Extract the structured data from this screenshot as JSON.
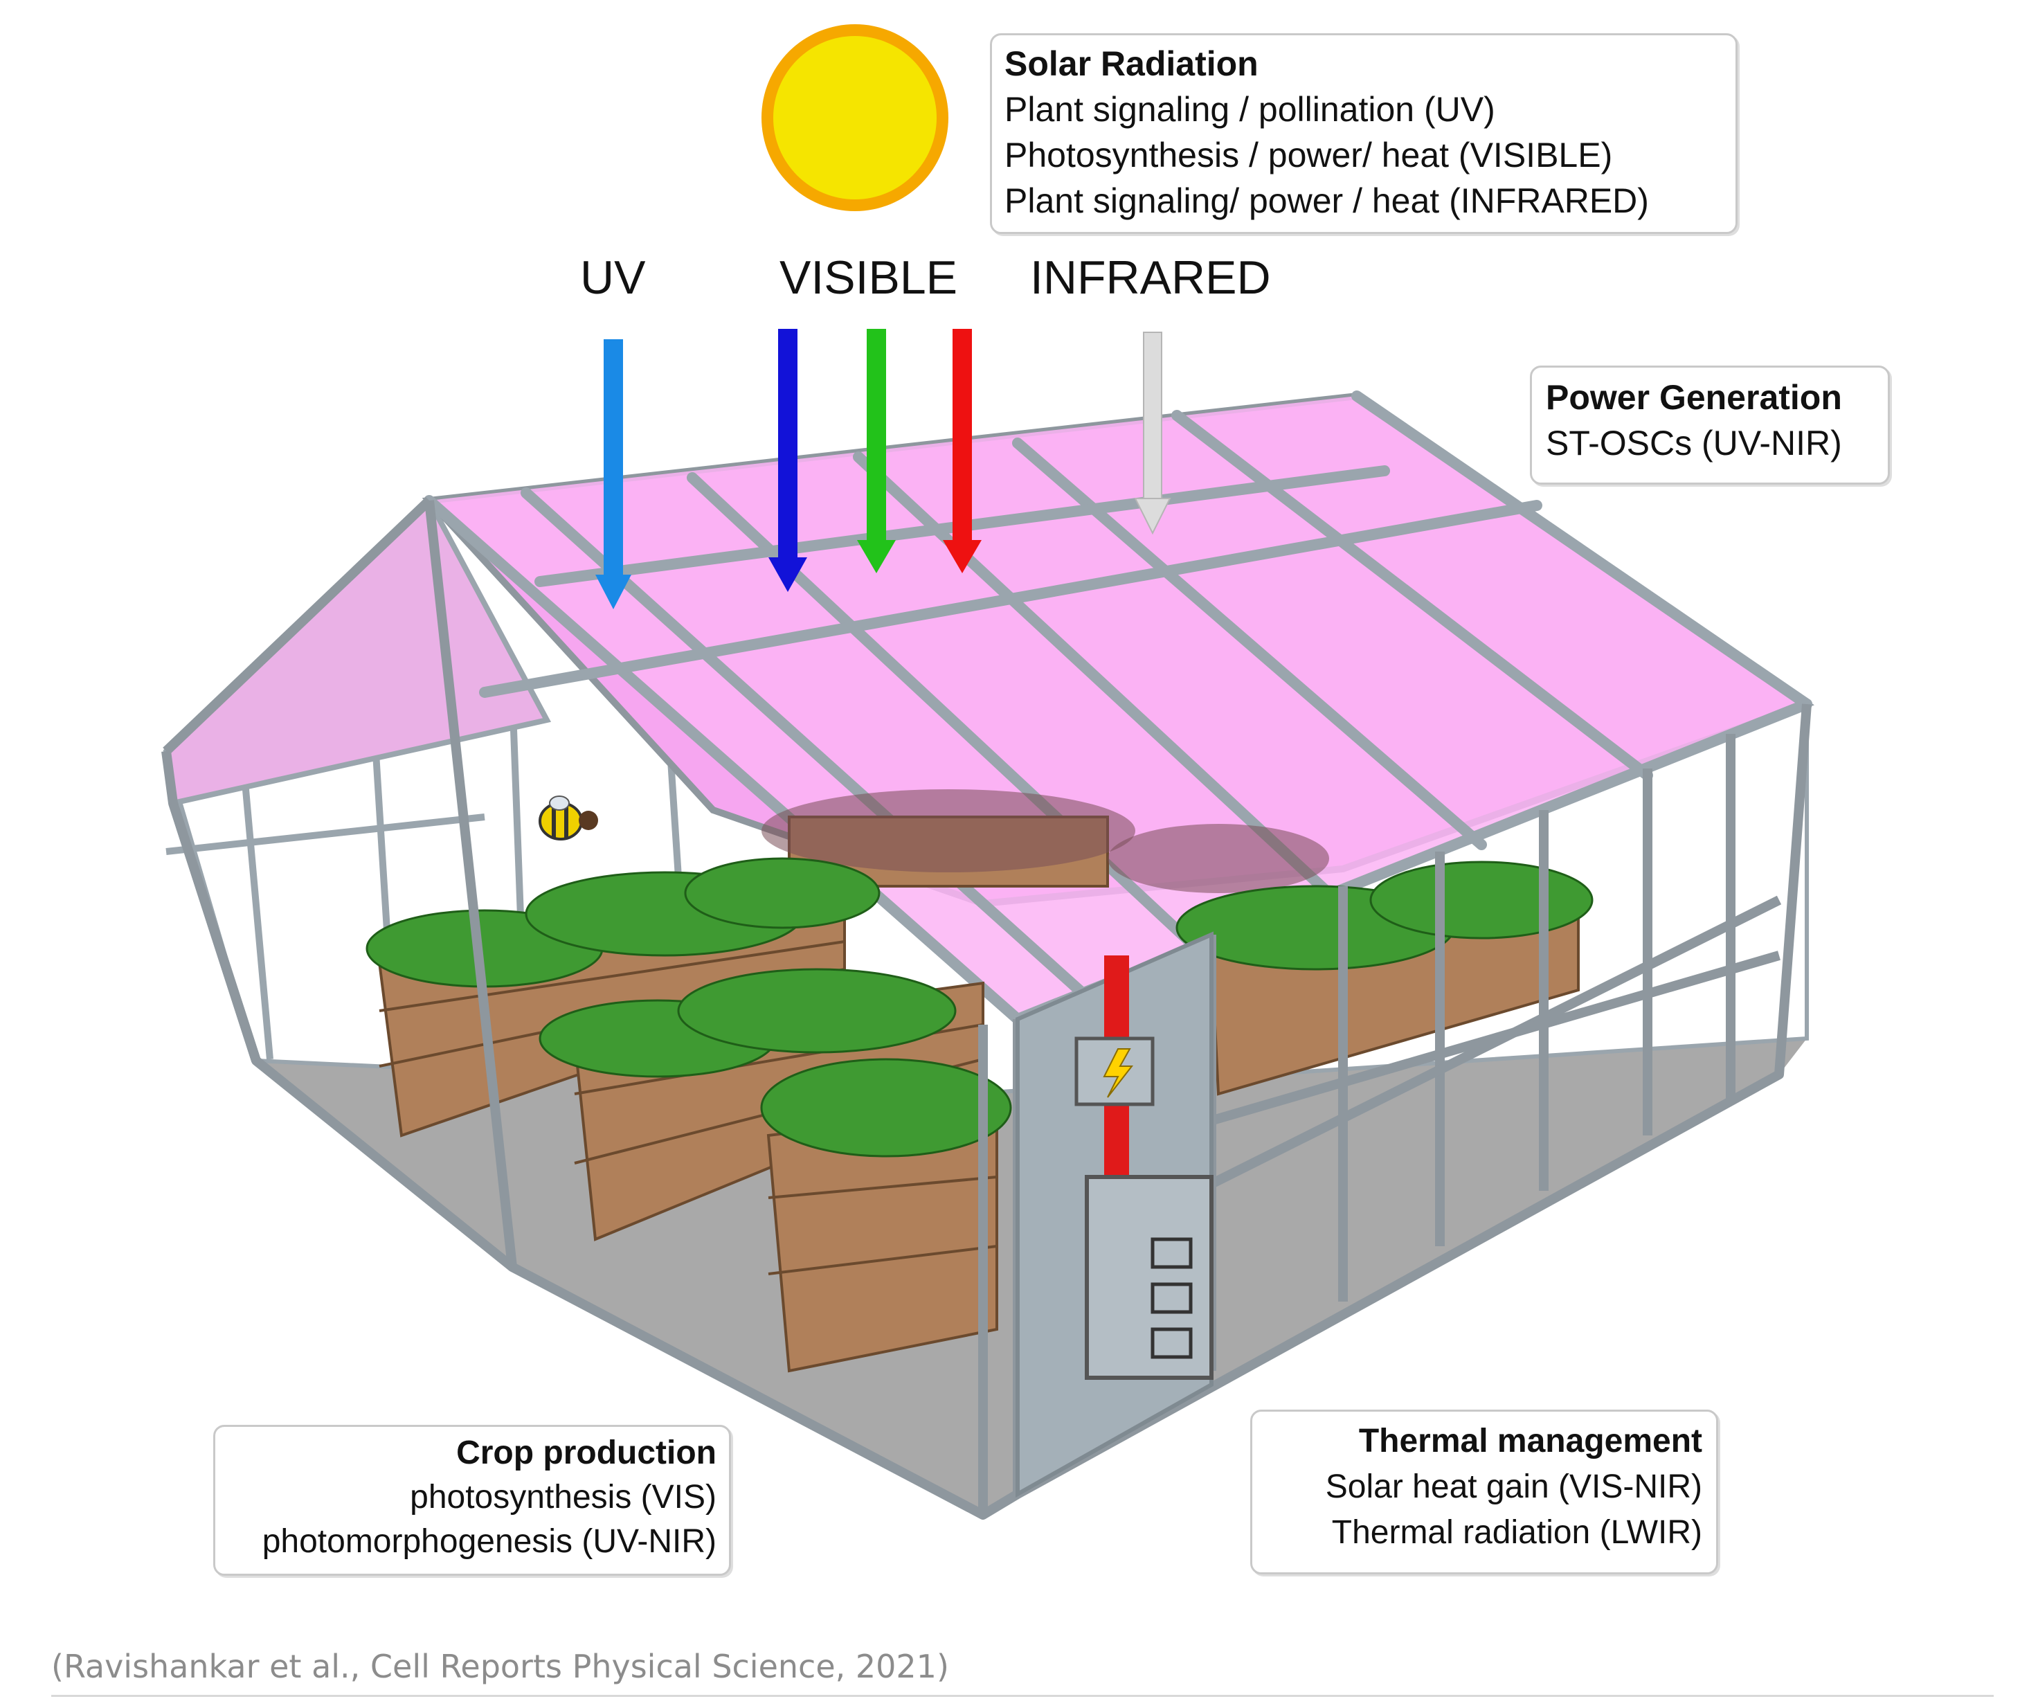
{
  "solar_radiation": {
    "title": "Solar Radiation",
    "lines": [
      "Plant signaling / pollination (UV)",
      "Photosynthesis / power/ heat (VISIBLE)",
      "Plant signaling/ power / heat (INFRARED)"
    ]
  },
  "bands": {
    "uv": "UV",
    "visible": "VISIBLE",
    "infrared": "INFRARED"
  },
  "power_generation": {
    "title": "Power Generation",
    "lines": [
      "ST-OSCs (UV-NIR)"
    ]
  },
  "crop_production": {
    "title": "Crop production",
    "lines": [
      "photosynthesis (VIS)",
      "photomorphogenesis (UV-NIR)"
    ]
  },
  "thermal_management": {
    "title": "Thermal management",
    "lines": [
      "Solar heat gain (VIS-NIR)",
      "Thermal radiation (LWIR)"
    ]
  },
  "citation": "(Ravishankar et al., Cell Reports Physical Science, 2021)",
  "colors": {
    "sun": "#f5e500",
    "sun_rays": "#f6a800",
    "roof": "#f6a6f0",
    "frame": "#9aa5ad",
    "floor": "#a9a9a9",
    "planter": "#b0805a",
    "plants": "#3f9a32",
    "uv_arrow": "#1a8ae6",
    "blue_arrow": "#1212d8",
    "green_arrow": "#22c21a",
    "red_arrow": "#ee1111",
    "infrared_arrow": "#dcdcdc",
    "power_cable": "#e01a1a"
  },
  "icons": [
    "sun-icon",
    "bee-icon",
    "lightning-icon",
    "control-cabinet-icon"
  ]
}
